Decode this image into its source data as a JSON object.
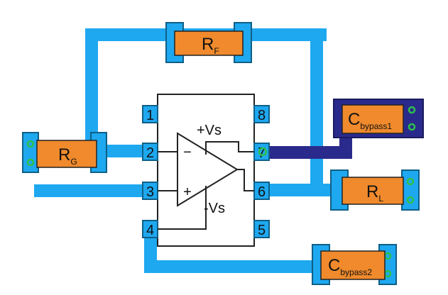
{
  "colors": {
    "trace": "#1ea8f0",
    "trace_dark": "#2a2a8c",
    "component": "#f08a2c",
    "pad": "#1ea8f0",
    "pad_border": "#0f5f86",
    "pad_dark": "#2a2a8c",
    "via": "#2fbf4a",
    "line": "#222222"
  },
  "ic": {
    "pins_left": [
      "1",
      "2",
      "3",
      "4"
    ],
    "pins_right": [
      "8",
      "7",
      "6",
      "5"
    ],
    "opamp": {
      "inverting": "−",
      "noninverting": "+",
      "supply_pos": "+Vs",
      "supply_neg": "-Vs"
    }
  },
  "components": {
    "rf": {
      "name": "R",
      "sub": "F"
    },
    "rg": {
      "name": "R",
      "sub": "G"
    },
    "rl": {
      "name": "R",
      "sub": "L"
    },
    "cbypass1": {
      "name": "C",
      "sub": "bypass1"
    },
    "cbypass2": {
      "name": "C",
      "sub": "bypass2"
    }
  }
}
